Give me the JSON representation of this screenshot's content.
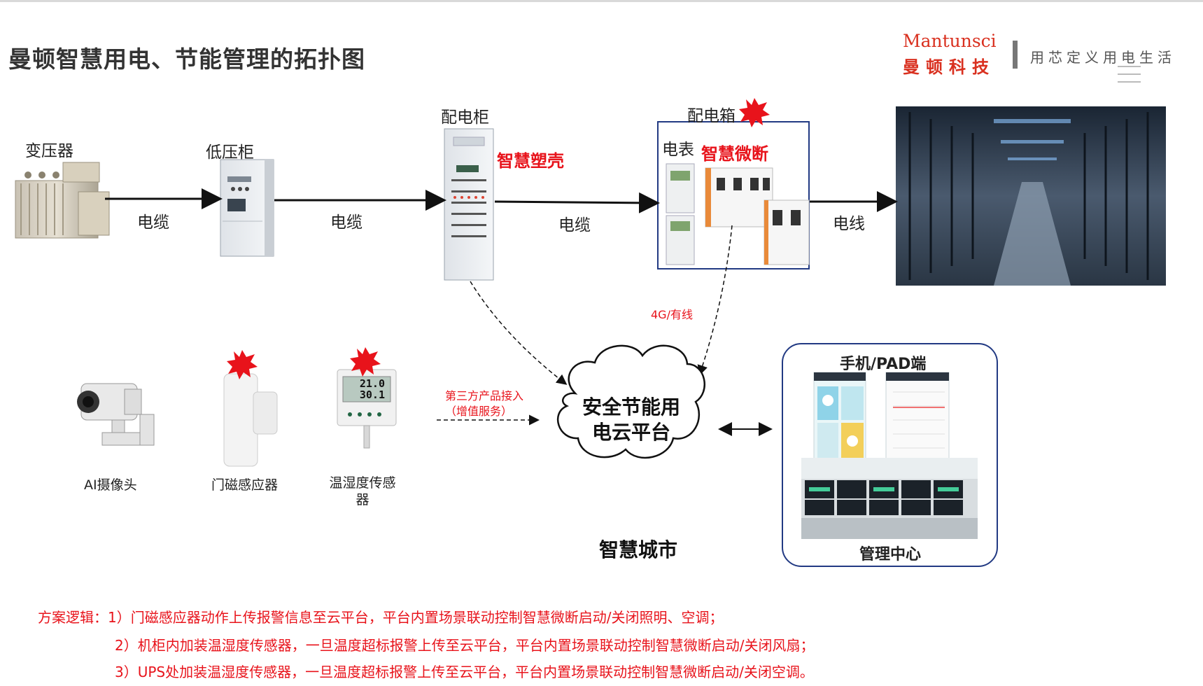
{
  "header": {
    "title": "曼顿智慧用电、节能管理的拓扑图",
    "brand_en": "Mantunsci",
    "brand_cn": "曼顿科技",
    "slogan": "用芯定义用电生活"
  },
  "devices": {
    "transformer": "变压器",
    "low_voltage_cabinet": "低压柜",
    "distribution_cabinet": "配电柜",
    "smart_mccb": "智慧塑壳",
    "distribution_box": "配电箱",
    "meter": "电表",
    "smart_breaker": "智慧微断"
  },
  "links": {
    "cable1": "电缆",
    "cable2": "电缆",
    "cable3": "电缆",
    "wire": "电线",
    "network": "4G/有线"
  },
  "sensors": {
    "camera": "AI摄像头",
    "door": "门磁感应器",
    "th_sensor": "温湿度传感器",
    "th_display_1": "21.0",
    "th_display_2": "30.1",
    "third_party_line1": "第三方产品接入",
    "third_party_line2": "（增值服务）"
  },
  "cloud": {
    "line1": "安全节能用",
    "line2": "电云平台"
  },
  "right_panel": {
    "mobile": "手机/PAD端",
    "center": "管理中心"
  },
  "smart_city": "智慧城市",
  "notes": {
    "line1": "方案逻辑：1）门磁感应器动作上传报警信息至云平台，平台内置场景联动控制智慧微断启动/关闭照明、空调；",
    "line2": "2）机柜内加装温湿度传感器，一旦温度超标报警上传至云平台，平台内置场景联动控制智慧微断启动/关闭风扇；",
    "line3": "3）UPS处加装温湿度传感器，一旦温度超标报警上传至云平台，平台内置场景联动控制智慧微断启动/关闭空调。"
  },
  "colors": {
    "accent_red": "#e8131b",
    "frame_blue": "#223a83",
    "brand_red": "#d9301f"
  }
}
